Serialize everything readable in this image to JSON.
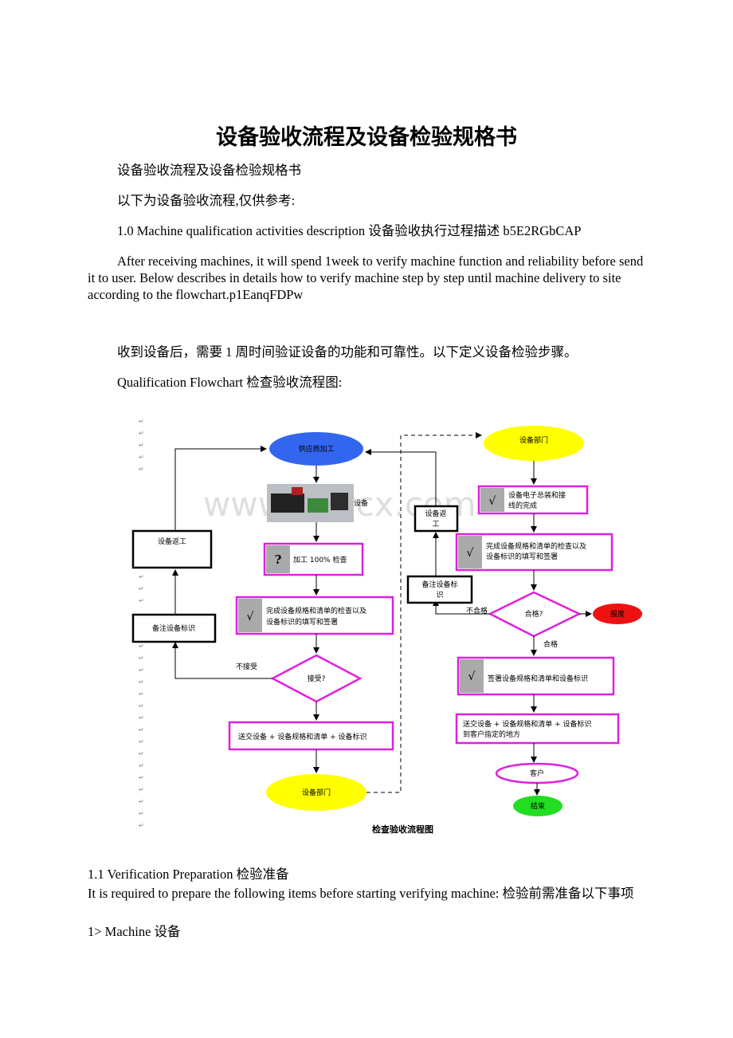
{
  "title": "设备验收流程及设备检验规格书",
  "subtitle": "设备验收流程及设备检验规格书",
  "intro": "以下为设备验收流程,仅供参考:",
  "section_1_0": "1.0 Machine qualification activities description 设备验收执行过程描述 b5E2RGbCAP",
  "para_en": "After receiving machines, it will spend 1week to verify machine function and reliability before send it to user. Below describes in details how to verify machine step by step until machine delivery to site according to the flowchart.p1EanqFDPw",
  "para_cn": "收到设备后，需要 1 周时间验证设备的功能和可靠性。以下定义设备检验步骤。",
  "flowchart_heading": "Qualification Flowchart  检查验收流程图:",
  "watermark": "www.bdocx.com",
  "flowchart": {
    "supplier": "供应商加工",
    "device_label": "设备",
    "inspect100": "加工 100% 检查",
    "question_mark": "?",
    "check_mark": "√",
    "complete_check": [
      "完成设备规格和清单的检查以及",
      "设备标识的填写和签署"
    ],
    "accept_q": "接受?",
    "not_accept": "不接受",
    "deliver_left": "送交设备 + 设备规格和清单 + 设备标识",
    "equip_dept": "设备部门",
    "return_left": "设备返工",
    "note_left": "备注设备标识",
    "equip_dept_right": "设备部门",
    "elec_assembly": [
      "设备电子总装和接",
      "线的完成"
    ],
    "complete_check_right": [
      "完成设备规格和清单的检查以及",
      "设备标识的填写和签署"
    ],
    "return_right": [
      "设备返",
      "工"
    ],
    "note_right": [
      "备注设备标",
      "识"
    ],
    "qualified_q": "合格?",
    "not_qualified": "不合格",
    "qualified": "合格",
    "scrap": "报废",
    "sign_spec": "签署设备规格和清单和设备标识",
    "deliver_right": [
      "送交设备 + 设备规格和清单 + 设备标识",
      "到客户指定的地方"
    ],
    "customer": "客户",
    "end": "结束",
    "caption": "检查验收流程图"
  },
  "section_1_1": "1.1 Verification Preparation    检验准备",
  "para_prep": "It is required to prepare the following items before starting verifying machine: 检验前需准备以下事项",
  "item1": "1> Machine 设备",
  "colors": {
    "blue": "#3366ee",
    "yellow": "#ffff00",
    "magenta": "#e020e0",
    "red": "#ee1111",
    "green": "#22dd22"
  }
}
